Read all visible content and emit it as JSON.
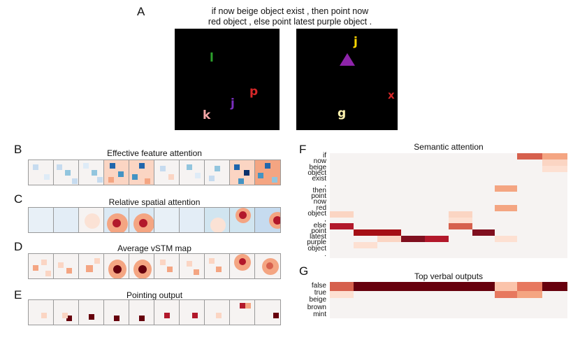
{
  "panels": {
    "a": "A",
    "b": "B",
    "c": "C",
    "d": "D",
    "e": "E",
    "f": "F",
    "g": "G"
  },
  "instruction": {
    "line1": "if now beige object exist , then point now",
    "line2": "red object , else point latest purple object ."
  },
  "scene_left": {
    "letters": [
      "l",
      "p",
      "j",
      "k"
    ]
  },
  "scene_right": {
    "letters": [
      "j",
      "x",
      "g"
    ],
    "shape": "triangle"
  },
  "titles": {
    "b": "Effective feature attention",
    "c": "Relative spatial attention",
    "d": "Average vSTM map",
    "e": "Pointing output",
    "f": "Semantic attention",
    "g": "Top verbal outputs"
  },
  "semantic_words": [
    "if",
    "now",
    "beige",
    "object",
    "exist",
    ",",
    "then",
    "point",
    "now",
    "red",
    "object",
    ",",
    "else",
    "point",
    "latest",
    "purple",
    "object",
    "."
  ],
  "verbal_outputs": [
    "false",
    "true",
    "beige",
    "brown",
    "mint"
  ],
  "colors": {
    "dark_red": "#67000d",
    "red": "#cb181d",
    "light_red": "#f4a582",
    "blue": "#2166ac",
    "light_blue": "#92c5de",
    "neutral": "#f6f3f2"
  }
}
